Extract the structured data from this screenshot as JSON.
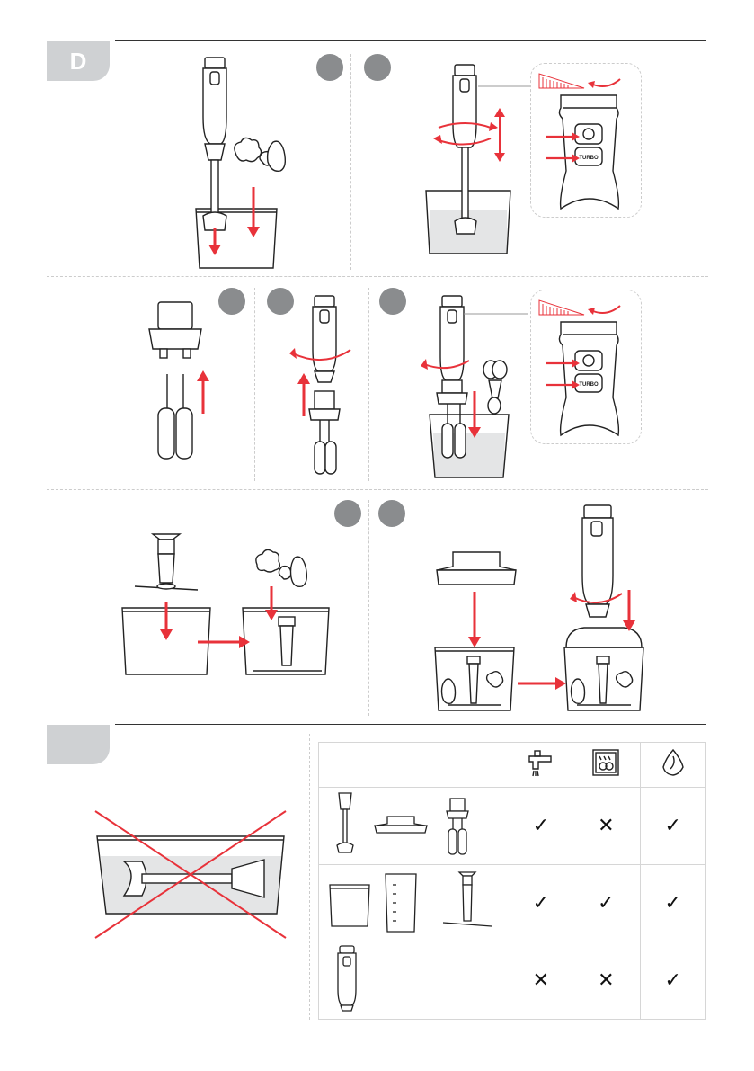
{
  "section_d": {
    "label": "D"
  },
  "section_e": {
    "label": ""
  },
  "steps": [
    "",
    "",
    "",
    "",
    "",
    "",
    ""
  ],
  "controls": {
    "turbo_label": "TURBO"
  },
  "care_table": {
    "header_icons": [
      "tap-icon",
      "dishwasher-icon",
      "wipe-cloth-icon"
    ],
    "rows": [
      {
        "parts": "blender-foot, chopper-lid, whisk-attachment",
        "marks": [
          "✓",
          "✕",
          "✓"
        ]
      },
      {
        "parts": "bowl, measuring-beaker, chopper-blade",
        "marks": [
          "✓",
          "✓",
          "✓"
        ]
      },
      {
        "parts": "motor-unit",
        "marks": [
          "✕",
          "✕",
          "✓"
        ]
      }
    ]
  },
  "colors": {
    "accent": "#e8323a",
    "tab": "#cfd1d3",
    "water": "#e4e5e6"
  }
}
